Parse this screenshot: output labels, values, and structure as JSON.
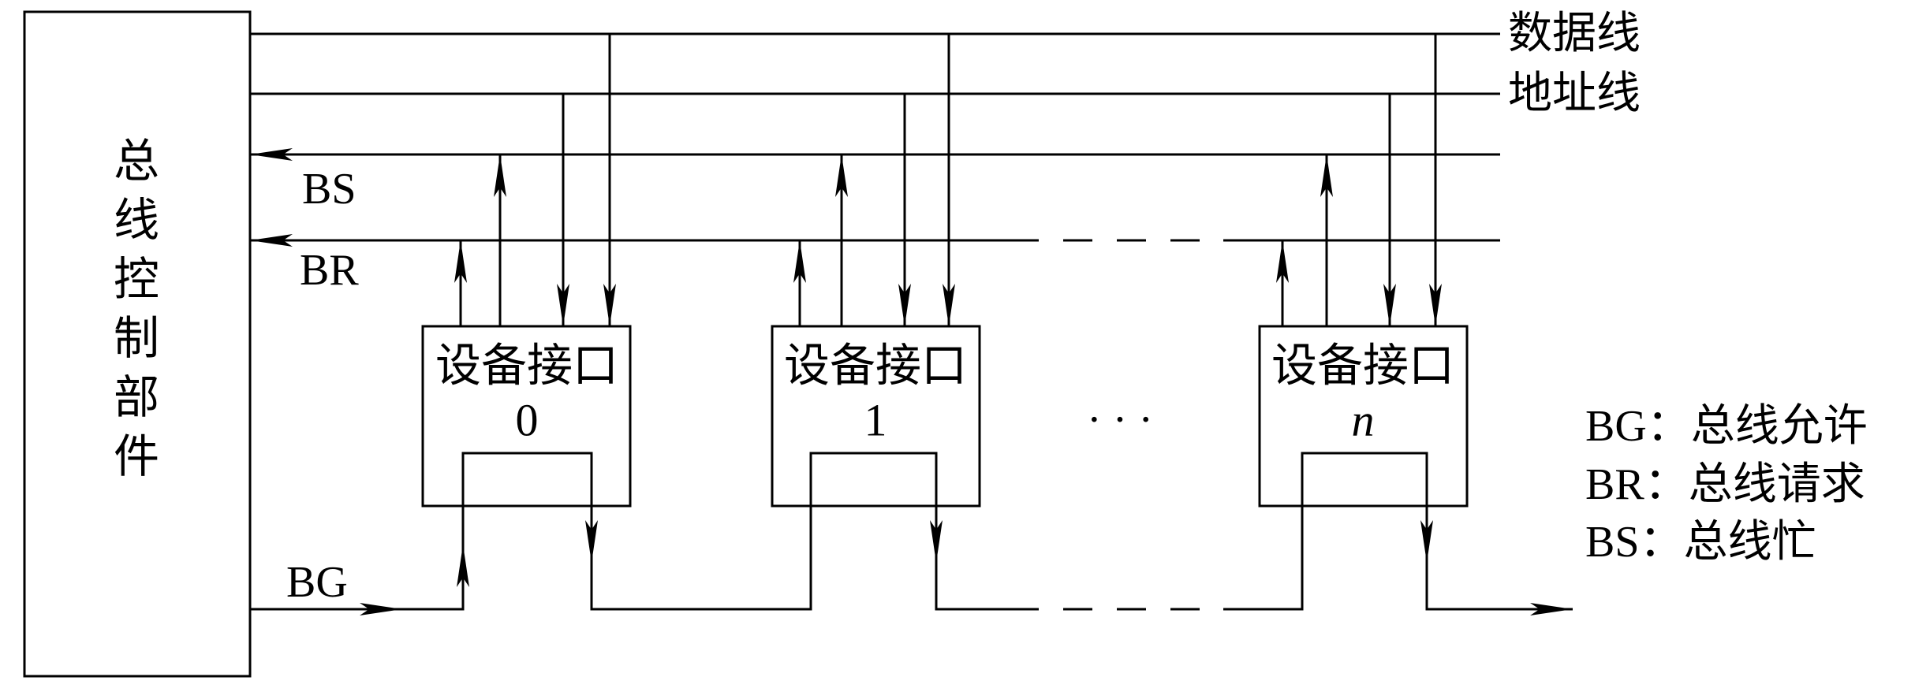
{
  "controller": {
    "label": "总线控制部件"
  },
  "buses": {
    "data_label": "数据线",
    "address_label": "地址线",
    "bs_label": "BS",
    "br_label": "BR",
    "bg_label": "BG"
  },
  "devices": [
    {
      "name": "设备接口",
      "index": "0"
    },
    {
      "name": "设备接口",
      "index": "1"
    },
    {
      "name": "设备接口",
      "index": "n"
    }
  ],
  "ellipsis": "···",
  "legend": [
    "BG：总线允许",
    "BR：总线请求",
    "BS：总线忙"
  ]
}
